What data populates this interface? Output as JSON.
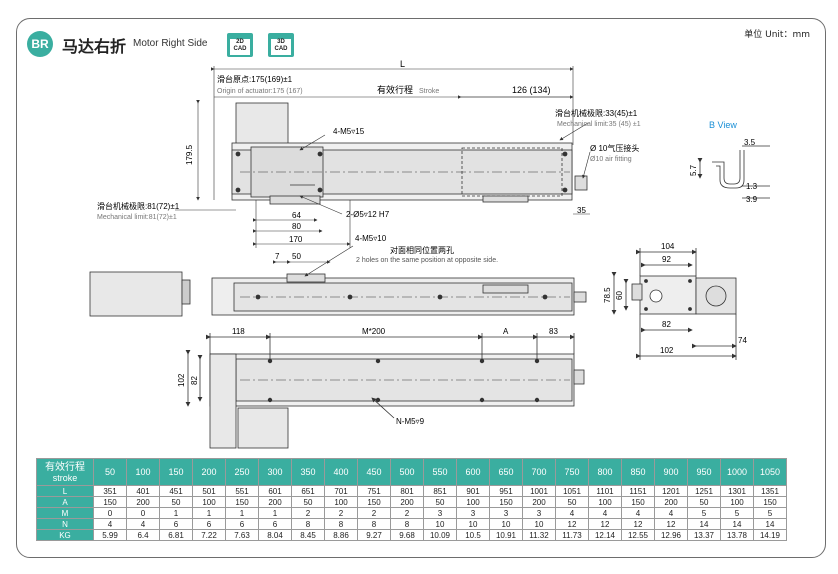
{
  "header": {
    "badge": "BR",
    "title_cn": "马达右折",
    "title_en": "Motor Right Side",
    "cad_2d": "2D CAD",
    "cad_3d": "3D CAD",
    "unit": "单位 Unit：mm"
  },
  "labels": {
    "L": "L",
    "origin_cn": "滑台原点:175(169)±1",
    "origin_en": "Origin of actuator:175 (167)",
    "stroke_cn": "有效行程",
    "stroke_en": "Stroke",
    "dim_126": "126 (134)",
    "mech_right_cn": "滑台机械极限:33(45)±1",
    "mech_right_en": "Mechanical limit:35 (45) ±1",
    "bview": "B View",
    "dim_179_5": "179.5",
    "hole_4m5_15": "4-M5▿15",
    "air_cn": "Ø 10气压接头",
    "air_en": "Ø10 air fitting",
    "mech_left_cn": "滑台机械极限:81(72)±1",
    "mech_left_en": "Mechanical limit:81(72)±1",
    "dim_64": "64",
    "dim_80": "80",
    "dim_170": "170",
    "hole_2_5_12": "2-Ø5▿12 H7",
    "dim_35": "35",
    "hole_4m5_10": "4-M5▿10",
    "opp_cn": "对面相同位置两孔",
    "opp_en": "2 holes on the same position at opposite side.",
    "dim_7": "7",
    "dim_50": "50",
    "dim_104": "104",
    "dim_92": "92",
    "dim_78_5": "78.5",
    "dim_60": "60",
    "dim_82_side": "82",
    "dim_102_side": "102",
    "dim_74": "74",
    "dim_3_5": "3.5",
    "dim_5_7": "5.7",
    "dim_1_3": "1.3",
    "dim_3_9": "3.9",
    "dim_118": "118",
    "dim_m200": "M*200",
    "dim_A": "A",
    "dim_83": "83",
    "dim_102": "102",
    "dim_82": "82",
    "hole_nm5_9": "N-M5▿9"
  },
  "table": {
    "corner_cn": "有效行程",
    "corner_en": "stroke",
    "strokes": [
      "50",
      "100",
      "150",
      "200",
      "250",
      "300",
      "350",
      "400",
      "450",
      "500",
      "550",
      "600",
      "650",
      "700",
      "750",
      "800",
      "850",
      "900",
      "950",
      "1000",
      "1050"
    ],
    "rows": [
      {
        "name": "L",
        "values": [
          "351",
          "401",
          "451",
          "501",
          "551",
          "601",
          "651",
          "701",
          "751",
          "801",
          "851",
          "901",
          "951",
          "1001",
          "1051",
          "1101",
          "1151",
          "1201",
          "1251",
          "1301",
          "1351"
        ]
      },
      {
        "name": "A",
        "values": [
          "150",
          "200",
          "50",
          "100",
          "150",
          "200",
          "50",
          "100",
          "150",
          "200",
          "50",
          "100",
          "150",
          "200",
          "50",
          "100",
          "150",
          "200",
          "50",
          "100",
          "150"
        ]
      },
      {
        "name": "M",
        "values": [
          "0",
          "0",
          "1",
          "1",
          "1",
          "1",
          "2",
          "2",
          "2",
          "2",
          "3",
          "3",
          "3",
          "3",
          "4",
          "4",
          "4",
          "4",
          "5",
          "5",
          "5"
        ]
      },
      {
        "name": "N",
        "values": [
          "4",
          "4",
          "6",
          "6",
          "6",
          "6",
          "8",
          "8",
          "8",
          "8",
          "10",
          "10",
          "10",
          "10",
          "12",
          "12",
          "12",
          "12",
          "14",
          "14",
          "14"
        ]
      },
      {
        "name": "KG",
        "values": [
          "5.99",
          "6.4",
          "6.81",
          "7.22",
          "7.63",
          "8.04",
          "8.45",
          "8.86",
          "9.27",
          "9.68",
          "10.09",
          "10.5",
          "10.91",
          "11.32",
          "11.73",
          "12.14",
          "12.55",
          "12.96",
          "13.37",
          "13.78",
          "14.19"
        ]
      }
    ]
  },
  "colors": {
    "accent": "#3aaea0",
    "highlight": "#1a8fd6",
    "line": "#333333",
    "body_fill": "#e6e6e6"
  }
}
